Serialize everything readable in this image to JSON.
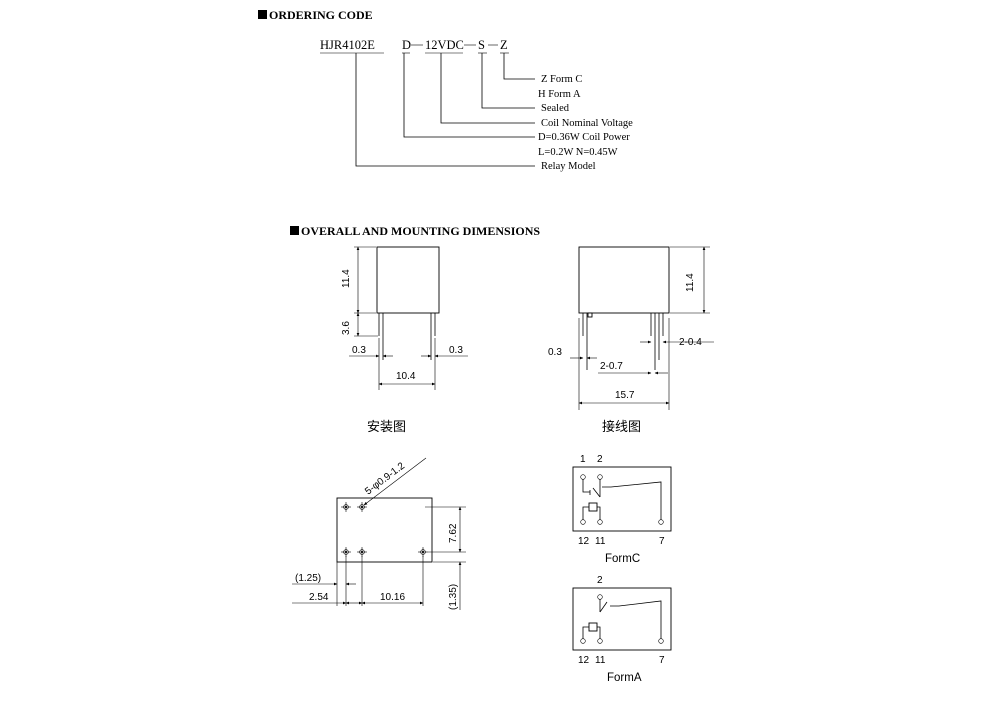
{
  "ordering": {
    "title": "ORDERING CODE",
    "parts": [
      "HJR4102E",
      "D",
      "12VDC",
      "S",
      "Z"
    ],
    "notes": [
      "Z Form C",
      "H Form A",
      "Sealed",
      "Coil Nominal Voltage",
      "D=0.36W Coil Power",
      "L=0.2W   N=0.45W",
      "Relay Model"
    ]
  },
  "dimensions": {
    "title": "OVERALL AND MOUNTING DIMENSIONS",
    "front": {
      "height": "11.4",
      "pin": "3.6",
      "left_gap": "0.3",
      "right_gap": "0.3",
      "width": "10.4"
    },
    "side": {
      "height": "11.4",
      "pin_w": "2-0.4",
      "left_gap": "0.3",
      "pin_t": "2-0.7",
      "width": "15.7"
    },
    "captions": {
      "mounting": "安装图",
      "wiring": "接线图"
    },
    "footprint": {
      "holes": "5-φ0.9-1.2",
      "pitch_v": "7.62",
      "off_left": "(1.25)",
      "off_bottom": "(1.35)",
      "pitch_a": "2.54",
      "pitch_b": "10.16"
    }
  },
  "schematic": {
    "formc": {
      "title": "FormC",
      "top_pins": [
        "1",
        "2"
      ],
      "bottom_pins": [
        "12",
        "11",
        "7"
      ]
    },
    "forma": {
      "title": "FormA",
      "top_pins": [
        "2"
      ],
      "bottom_pins": [
        "12",
        "11",
        "7"
      ]
    }
  }
}
